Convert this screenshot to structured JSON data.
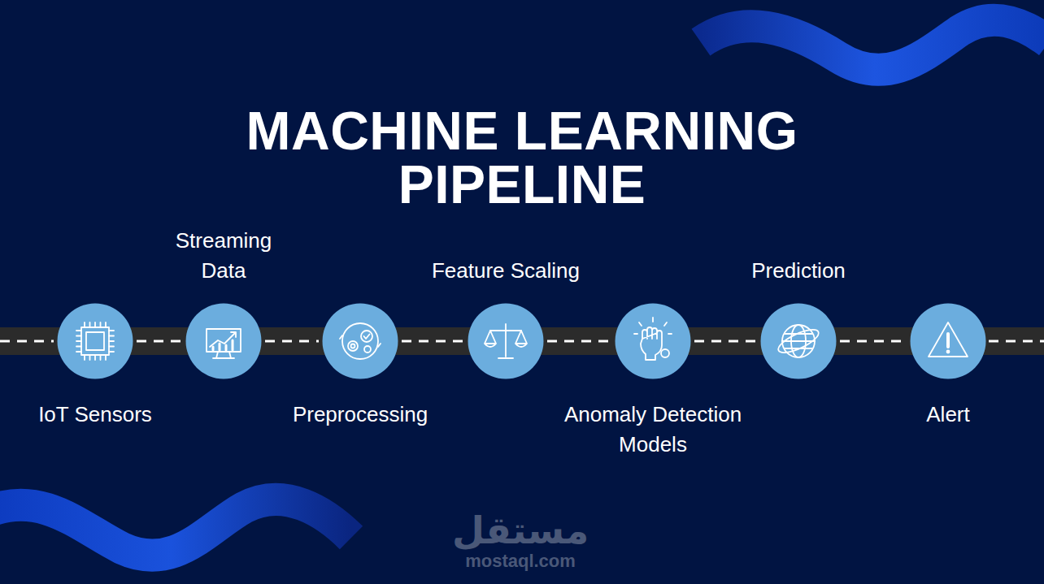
{
  "diagram": {
    "title": "MACHINE LEARNING PIPELINE",
    "nodes": [
      {
        "text": [
          "IoT Sensors"
        ]
      },
      {
        "text": [
          "Streaming Data"
        ]
      },
      {
        "text": [
          "Preprocessing"
        ]
      },
      {
        "text": [
          "Feature Scaling"
        ]
      },
      {
        "text": [
          "Anomaly Detection Models"
        ]
      },
      {
        "text": [
          "Prediction"
        ]
      },
      {
        "text": [
          "Alert"
        ]
      }
    ],
    "edges": [
      {
        "from": 0,
        "to": 1,
        "arrow": "none"
      },
      {
        "from": 1,
        "to": 2,
        "arrow": "none"
      },
      {
        "from": 2,
        "to": 3,
        "arrow": "none"
      },
      {
        "from": 3,
        "to": 4,
        "arrow": "none"
      },
      {
        "from": 4,
        "to": 5,
        "arrow": "none"
      },
      {
        "from": 5,
        "to": 6,
        "arrow": "none"
      }
    ],
    "labels": [
      "مستقل",
      "mostaql.com"
    ]
  }
}
